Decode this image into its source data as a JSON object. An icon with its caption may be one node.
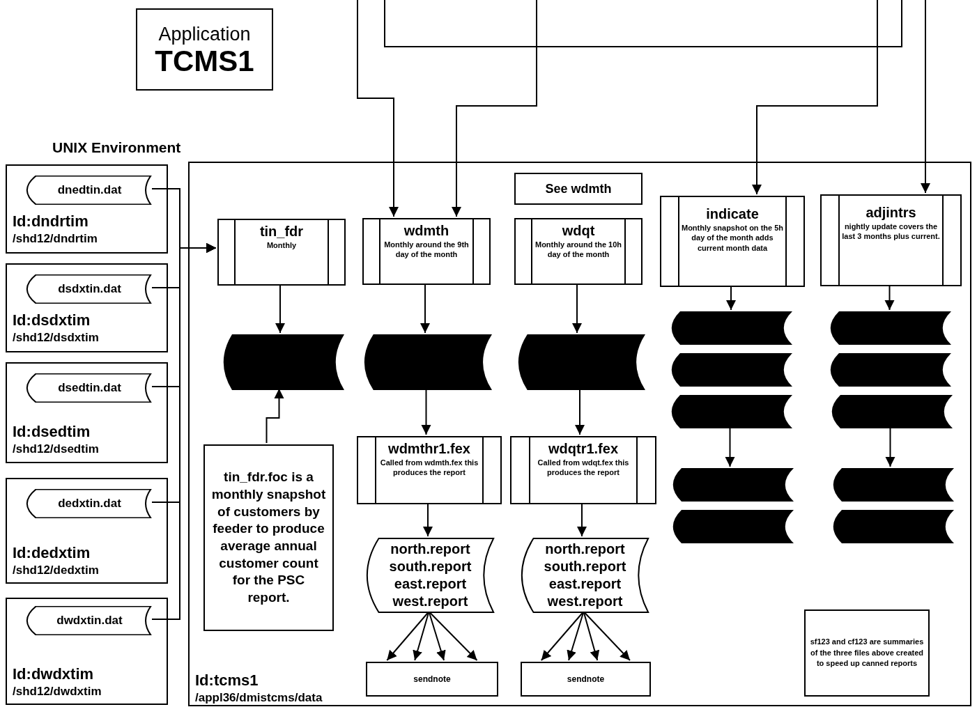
{
  "diagram": {
    "nodes": [
      {
        "text": [
          "Application",
          "TCMS1"
        ]
      },
      {
        "text": [
          "Id:dndrtim",
          "/shd12/dndrtim"
        ]
      },
      {
        "text": [
          "dnedtin.dat"
        ],
        "in": 1
      },
      {
        "text": [
          "Id:dsdxtim",
          "/shd12/dsdxtim"
        ]
      },
      {
        "text": [
          "dsdxtin.dat"
        ],
        "in": 3
      },
      {
        "text": [
          "Id:dsedtim",
          "/shd12/dsedtim"
        ]
      },
      {
        "text": [
          "dsedtin.dat"
        ],
        "in": 5
      },
      {
        "text": [
          "Id:dedxtim",
          "/shd12/dedxtim"
        ]
      },
      {
        "text": [
          "dedxtin.dat"
        ],
        "in": 7
      },
      {
        "text": [
          "Id:dwdxtim",
          "/shd12/dwdxtim"
        ]
      },
      {
        "text": [
          "dwdxtin.dat"
        ],
        "in": 9
      },
      {
        "text": [
          "Id:tcms1",
          "/appl36/dmistcms/data"
        ]
      },
      {
        "text": [
          "tin_fdr",
          "Monthly"
        ],
        "in": 11
      },
      {
        "text": [
          "wdmth",
          "Monthly around the 9th day of the month"
        ],
        "in": 11
      },
      {
        "text": [
          "See wdmth"
        ],
        "in": 11
      },
      {
        "text": [
          "wdqt",
          "Monthly around the 10h day of the month"
        ],
        "in": 11
      },
      {
        "text": [
          "indicate",
          "Monthly snapshot on the 5h day of the month adds current month data"
        ],
        "in": 11
      },
      {
        "text": [
          "adjintrs",
          "nightly update covers the last 3 months plus current."
        ],
        "in": 11
      },
      {
        "text": [],
        "shape": "box",
        "in": 11
      },
      {
        "text": [],
        "shape": "box",
        "in": 11
      },
      {
        "text": [],
        "shape": "box",
        "in": 11
      },
      {
        "text": [],
        "shape": "box",
        "in": 11
      },
      {
        "text": [],
        "shape": "box",
        "in": 11
      },
      {
        "text": [],
        "shape": "box",
        "in": 11
      },
      {
        "text": [],
        "shape": "box",
        "in": 11
      },
      {
        "text": [],
        "shape": "box",
        "in": 11
      },
      {
        "text": [],
        "shape": "box",
        "in": 11
      },
      {
        "text": [],
        "shape": "box",
        "in": 11
      },
      {
        "text": [],
        "shape": "box",
        "in": 11
      },
      {
        "text": [],
        "shape": "box",
        "in": 11
      },
      {
        "text": [],
        "shape": "box",
        "in": 11
      },
      {
        "text": [
          "tin_fdr.foc is a monthly snapshot of customers by feeder to produce average annual customer count for the PSC report."
        ],
        "in": 11
      },
      {
        "text": [
          "wdmthr1.fex",
          "Called from wdmth.fex this produces the report"
        ],
        "in": 11
      },
      {
        "text": [
          "wdqtr1.fex",
          "Called from wdqt.fex this produces the report"
        ],
        "in": 11
      },
      {
        "text": [
          "north.report south.report east.report west.report"
        ],
        "in": 11
      },
      {
        "text": [
          "north.report south.report east.report west.report"
        ],
        "in": 11
      },
      {
        "text": [
          "sendnote"
        ],
        "in": 11
      },
      {
        "text": [
          "sendnote"
        ],
        "in": 11
      },
      {
        "text": [
          "sf123 and cf123 are summaries of the three files above created to speed up canned reports"
        ],
        "in": 11
      }
    ],
    "edges": [
      {
        "from": 2,
        "to": 12,
        "arrow": "to"
      },
      {
        "from": 4,
        "to": 12,
        "arrow": "to"
      },
      {
        "from": 6,
        "to": 12,
        "arrow": "to"
      },
      {
        "from": 8,
        "to": 12,
        "arrow": "to"
      },
      {
        "from": 10,
        "to": 12,
        "arrow": "to"
      },
      {
        "from": null,
        "to": 13,
        "arrow": "to"
      },
      {
        "from": null,
        "to": 13,
        "arrow": "to"
      },
      {
        "from": null,
        "to": 16,
        "arrow": "to"
      },
      {
        "from": null,
        "to": 17,
        "arrow": "to"
      },
      {
        "from": 12,
        "to": 18,
        "arrow": "to"
      },
      {
        "from": 31,
        "to": 18,
        "arrow": "to"
      },
      {
        "from": 13,
        "to": 19,
        "arrow": "to"
      },
      {
        "from": 19,
        "to": 32,
        "arrow": "to"
      },
      {
        "from": 32,
        "to": 34,
        "arrow": "to"
      },
      {
        "from": 34,
        "to": 36,
        "arrow": "to"
      },
      {
        "from": 34,
        "to": 36,
        "arrow": "to"
      },
      {
        "from": 34,
        "to": 36,
        "arrow": "to"
      },
      {
        "from": 34,
        "to": 36,
        "arrow": "to"
      },
      {
        "from": 15,
        "to": 20,
        "arrow": "to"
      },
      {
        "from": 20,
        "to": 33,
        "arrow": "to"
      },
      {
        "from": 33,
        "to": 35,
        "arrow": "to"
      },
      {
        "from": 35,
        "to": 37,
        "arrow": "to"
      },
      {
        "from": 35,
        "to": 37,
        "arrow": "to"
      },
      {
        "from": 35,
        "to": 37,
        "arrow": "to"
      },
      {
        "from": 35,
        "to": 37,
        "arrow": "to"
      },
      {
        "from": 16,
        "to": 21,
        "arrow": "to"
      },
      {
        "from": 23,
        "to": 24,
        "arrow": "to"
      },
      {
        "from": 17,
        "to": 26,
        "arrow": "to"
      },
      {
        "from": 28,
        "to": 29,
        "arrow": "to"
      }
    ],
    "labels": [
      "UNIX Environment"
    ]
  }
}
